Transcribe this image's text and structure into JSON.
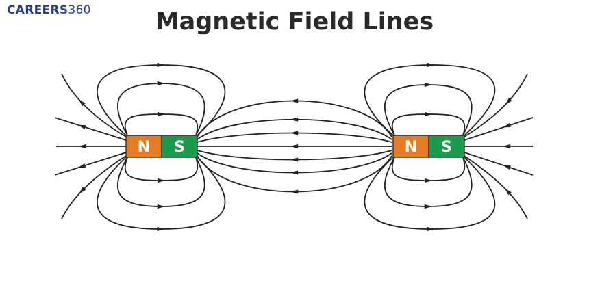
{
  "logo": {
    "brand": "CAREERS",
    "number": "360"
  },
  "title": "Magnetic Field Lines",
  "magnets": [
    {
      "north_label": "N",
      "south_label": "S"
    },
    {
      "north_label": "N",
      "south_label": "S"
    }
  ],
  "colors": {
    "north": "#e57c23",
    "south": "#1a9a4a",
    "line": "#222222",
    "title": "#2a2a2a",
    "logo": "#2b3f8f"
  }
}
